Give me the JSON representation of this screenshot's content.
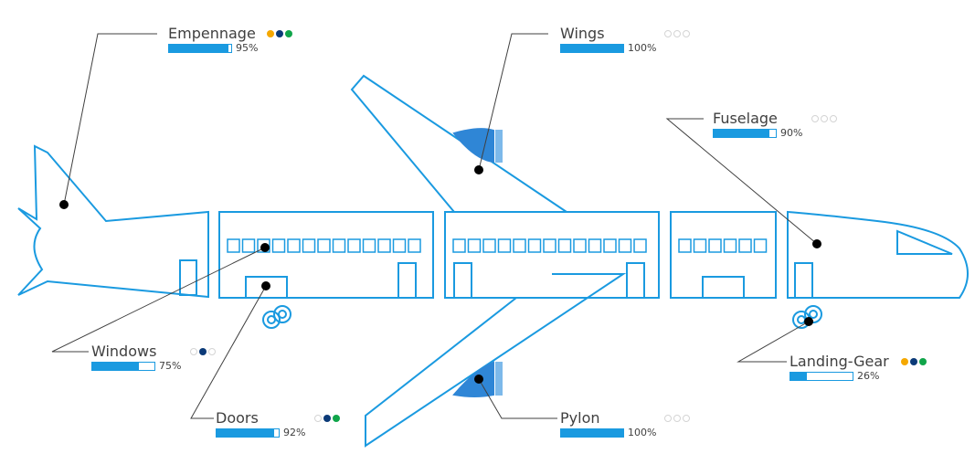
{
  "theme": {
    "line": "#1a9ae0",
    "engine": "#2f86d6",
    "engine_light": "#7db9ea",
    "marker": "#000000",
    "leader": "#404040",
    "text": "#404040",
    "bar": "#1a9ae0"
  },
  "components": [
    {
      "key": "empennage",
      "label": "Empennage",
      "percent": 95,
      "percent_label": "95%",
      "dots": [
        "orange",
        "navy",
        "green"
      ]
    },
    {
      "key": "wings",
      "label": "Wings",
      "percent": 100,
      "percent_label": "100%",
      "dots": [
        "off",
        "off",
        "off"
      ]
    },
    {
      "key": "fuselage",
      "label": "Fuselage",
      "percent": 90,
      "percent_label": "90%",
      "dots": [
        "off",
        "off",
        "off"
      ]
    },
    {
      "key": "windows",
      "label": "Windows",
      "percent": 75,
      "percent_label": "75%",
      "dots": [
        "off",
        "navy",
        "off"
      ]
    },
    {
      "key": "landing-gear",
      "label": "Landing-Gear",
      "percent": 26,
      "percent_label": "26%",
      "dots": [
        "orange",
        "navy",
        "green"
      ]
    },
    {
      "key": "doors",
      "label": "Doors",
      "percent": 92,
      "percent_label": "92%",
      "dots": [
        "off",
        "navy",
        "green"
      ]
    },
    {
      "key": "pylon",
      "label": "Pylon",
      "percent": 100,
      "percent_label": "100%",
      "dots": [
        "off",
        "off",
        "off"
      ]
    }
  ],
  "dot_colors": {
    "orange": "#f5a800",
    "navy": "#0b3a78",
    "green": "#10a54a"
  }
}
